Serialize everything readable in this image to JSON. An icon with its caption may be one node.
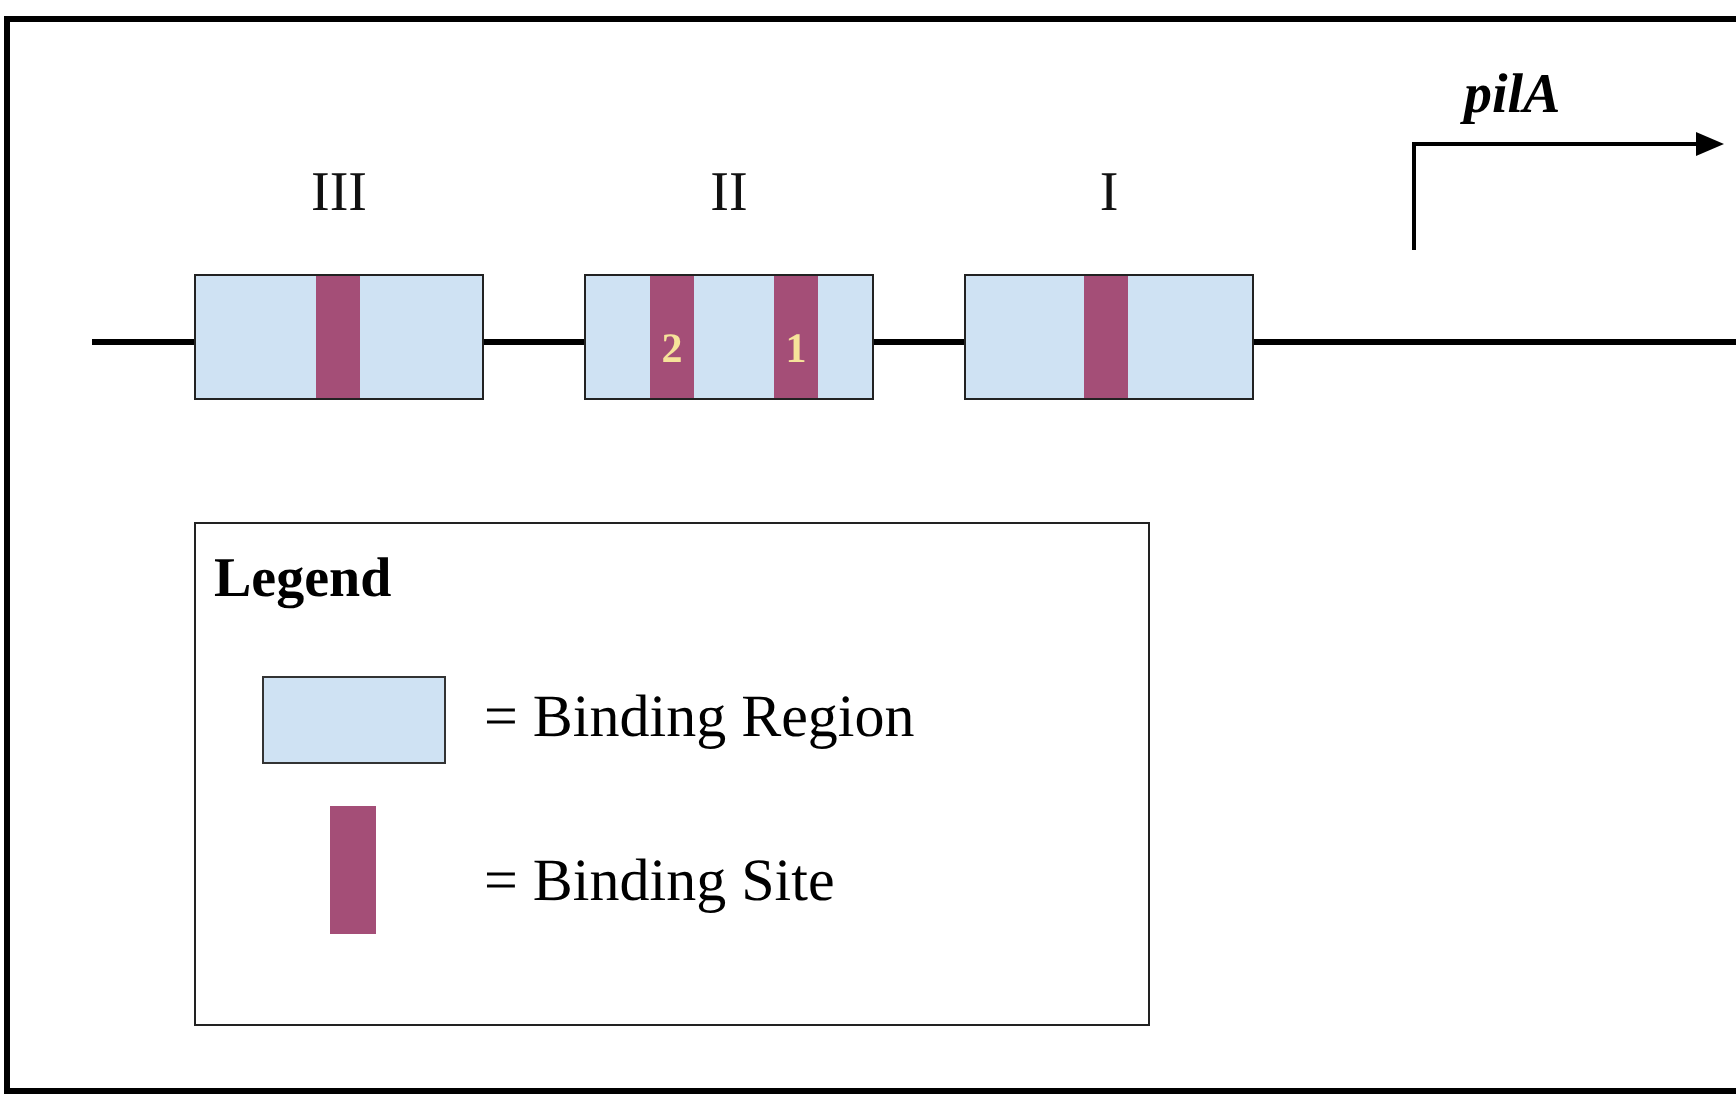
{
  "diagram": {
    "nodes": [
      {
        "text": [
          "III"
        ]
      },
      {
        "text": [],
        "shape": "bar",
        "in": 0
      },
      {
        "text": [
          "II"
        ]
      },
      {
        "text": [
          "2"
        ],
        "in": 2
      },
      {
        "text": [
          "1"
        ],
        "in": 2
      },
      {
        "text": [
          "I"
        ]
      },
      {
        "text": [],
        "shape": "bar",
        "in": 5
      }
    ],
    "edges": [
      {
        "from": null,
        "to": 0,
        "arrow": "none"
      },
      {
        "from": 0,
        "to": 2,
        "arrow": "none"
      },
      {
        "from": 2,
        "to": 5,
        "arrow": "none"
      },
      {
        "from": 5,
        "to": null,
        "arrow": "none"
      }
    ],
    "labels": [
      "pilA",
      "Legend"
    ],
    "legend": [
      {
        "text": "= Binding Region",
        "color": "#cfe2f3"
      },
      {
        "text": "= Binding Site",
        "color": "#a44e77"
      }
    ]
  }
}
